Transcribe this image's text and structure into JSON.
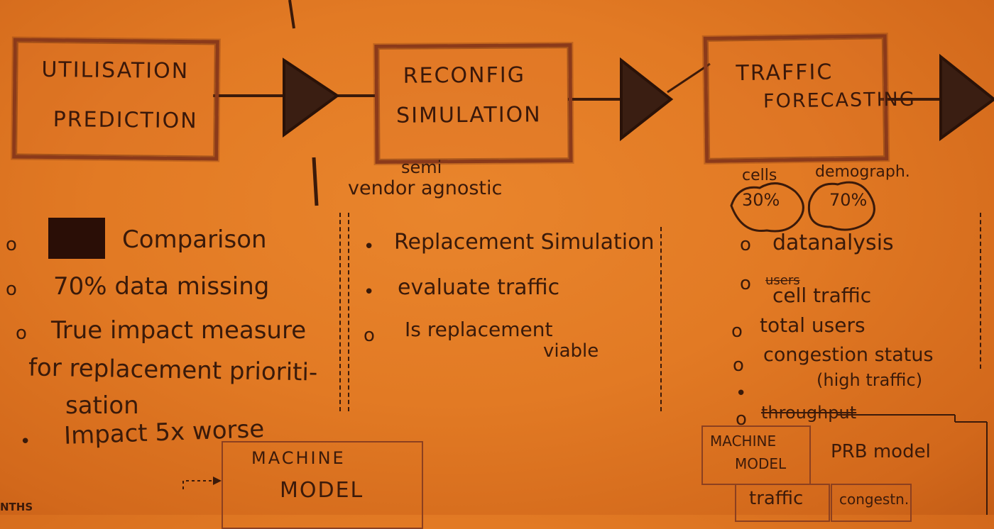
{
  "stages": [
    {
      "line1": "UTILISATION",
      "line2": "PREDICTION"
    },
    {
      "line1": "RECONFIG",
      "line2": "SIMULATION"
    },
    {
      "line1": "TRAFFIC",
      "line2": "FORECASTING"
    }
  ],
  "semi_note": {
    "line1": "semi",
    "line2": "vendor agnostic"
  },
  "bubbles": {
    "label_left": "cells",
    "value_left": "30%",
    "label_right": "demograph.",
    "value_right": "70%"
  },
  "col1": {
    "items": [
      "Comparison",
      "70% data missing",
      "True impact measure",
      "for replacement prioriti-",
      "sation",
      "Impact 5x worse"
    ],
    "bullets": [
      "o",
      "o",
      "o",
      "•"
    ]
  },
  "col2": {
    "items": [
      "Replacement Simulation",
      "evaluate traffic",
      "Is replacement",
      "viable"
    ],
    "bullets": [
      "•",
      "•",
      "o"
    ]
  },
  "col3": {
    "items": [
      "datanalysis",
      "users",
      "cell traffic",
      "total users",
      "congestion status",
      "(high traffic)",
      "throughput"
    ],
    "bullets": [
      "o",
      "o",
      "o",
      "o",
      "•",
      "o"
    ]
  },
  "machine_model_left": {
    "line1": "MACHINE",
    "line2": "MODEL"
  },
  "machine_model_right": {
    "line1": "MACHINE",
    "line2": "MODEL",
    "prb": "PRB model",
    "traffic": "traffic",
    "congestion": "congestn."
  },
  "corner_text": "NTHS"
}
